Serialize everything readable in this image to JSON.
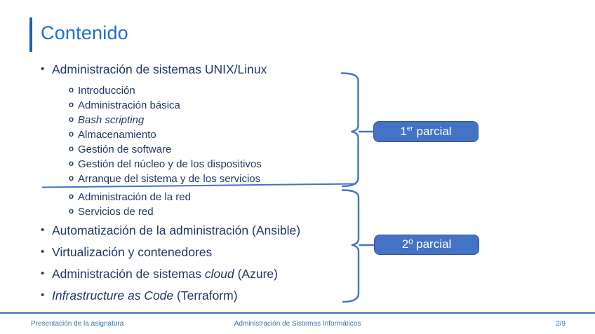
{
  "slide": {
    "title": "Contenido",
    "list": [
      {
        "segments": [
          {
            "text": "Administración de sistemas UNIX/Linux",
            "italic": false
          }
        ],
        "children": [
          {
            "segments": [
              {
                "text": "Introducción",
                "italic": false
              }
            ]
          },
          {
            "segments": [
              {
                "text": "Administración básica",
                "italic": false
              }
            ]
          },
          {
            "segments": [
              {
                "text": "Bash scripting",
                "italic": true
              }
            ]
          },
          {
            "segments": [
              {
                "text": "Almacenamiento",
                "italic": false
              }
            ]
          },
          {
            "segments": [
              {
                "text": "Gestión de software",
                "italic": false
              }
            ]
          },
          {
            "segments": [
              {
                "text": "Gestión del núcleo y de los dispositivos",
                "italic": false
              }
            ]
          },
          {
            "segments": [
              {
                "text": "Arranque del sistema y de los servicios",
                "italic": false
              }
            ]
          },
          {
            "segments": [
              {
                "text": "Administración de la red",
                "italic": false
              }
            ]
          },
          {
            "segments": [
              {
                "text": "Servicios de red",
                "italic": false
              }
            ]
          }
        ]
      },
      {
        "segments": [
          {
            "text": "Automatización de la administración (Ansible)",
            "italic": false
          }
        ],
        "children": []
      },
      {
        "segments": [
          {
            "text": "Virtualización y contenedores",
            "italic": false
          }
        ],
        "children": []
      },
      {
        "segments": [
          {
            "text": "Administración de sistemas ",
            "italic": false
          },
          {
            "text": "cloud",
            "italic": true
          },
          {
            "text": " (Azure)",
            "italic": false
          }
        ],
        "children": []
      },
      {
        "segments": [
          {
            "text": "Infrastructure as Code",
            "italic": true
          },
          {
            "text": " (Terraform)",
            "italic": false
          }
        ],
        "children": []
      }
    ],
    "bullets": {
      "level1": "•",
      "level2": "o"
    },
    "badges": {
      "first": {
        "num": "1",
        "sup": "er",
        "rest": " parcial"
      },
      "second": {
        "label": "2º parcial"
      }
    },
    "footer": {
      "left": "Presentación de la asignatura",
      "center": "Administración de Sistemas Informáticos",
      "right": "2/9"
    },
    "colors": {
      "accent": "#4472c4",
      "title": "#1f6fc5",
      "title_bar": "#1b5fae",
      "body_text": "#1f3864",
      "footer": "#2e75b6",
      "badge_border": "#2f5597"
    }
  }
}
